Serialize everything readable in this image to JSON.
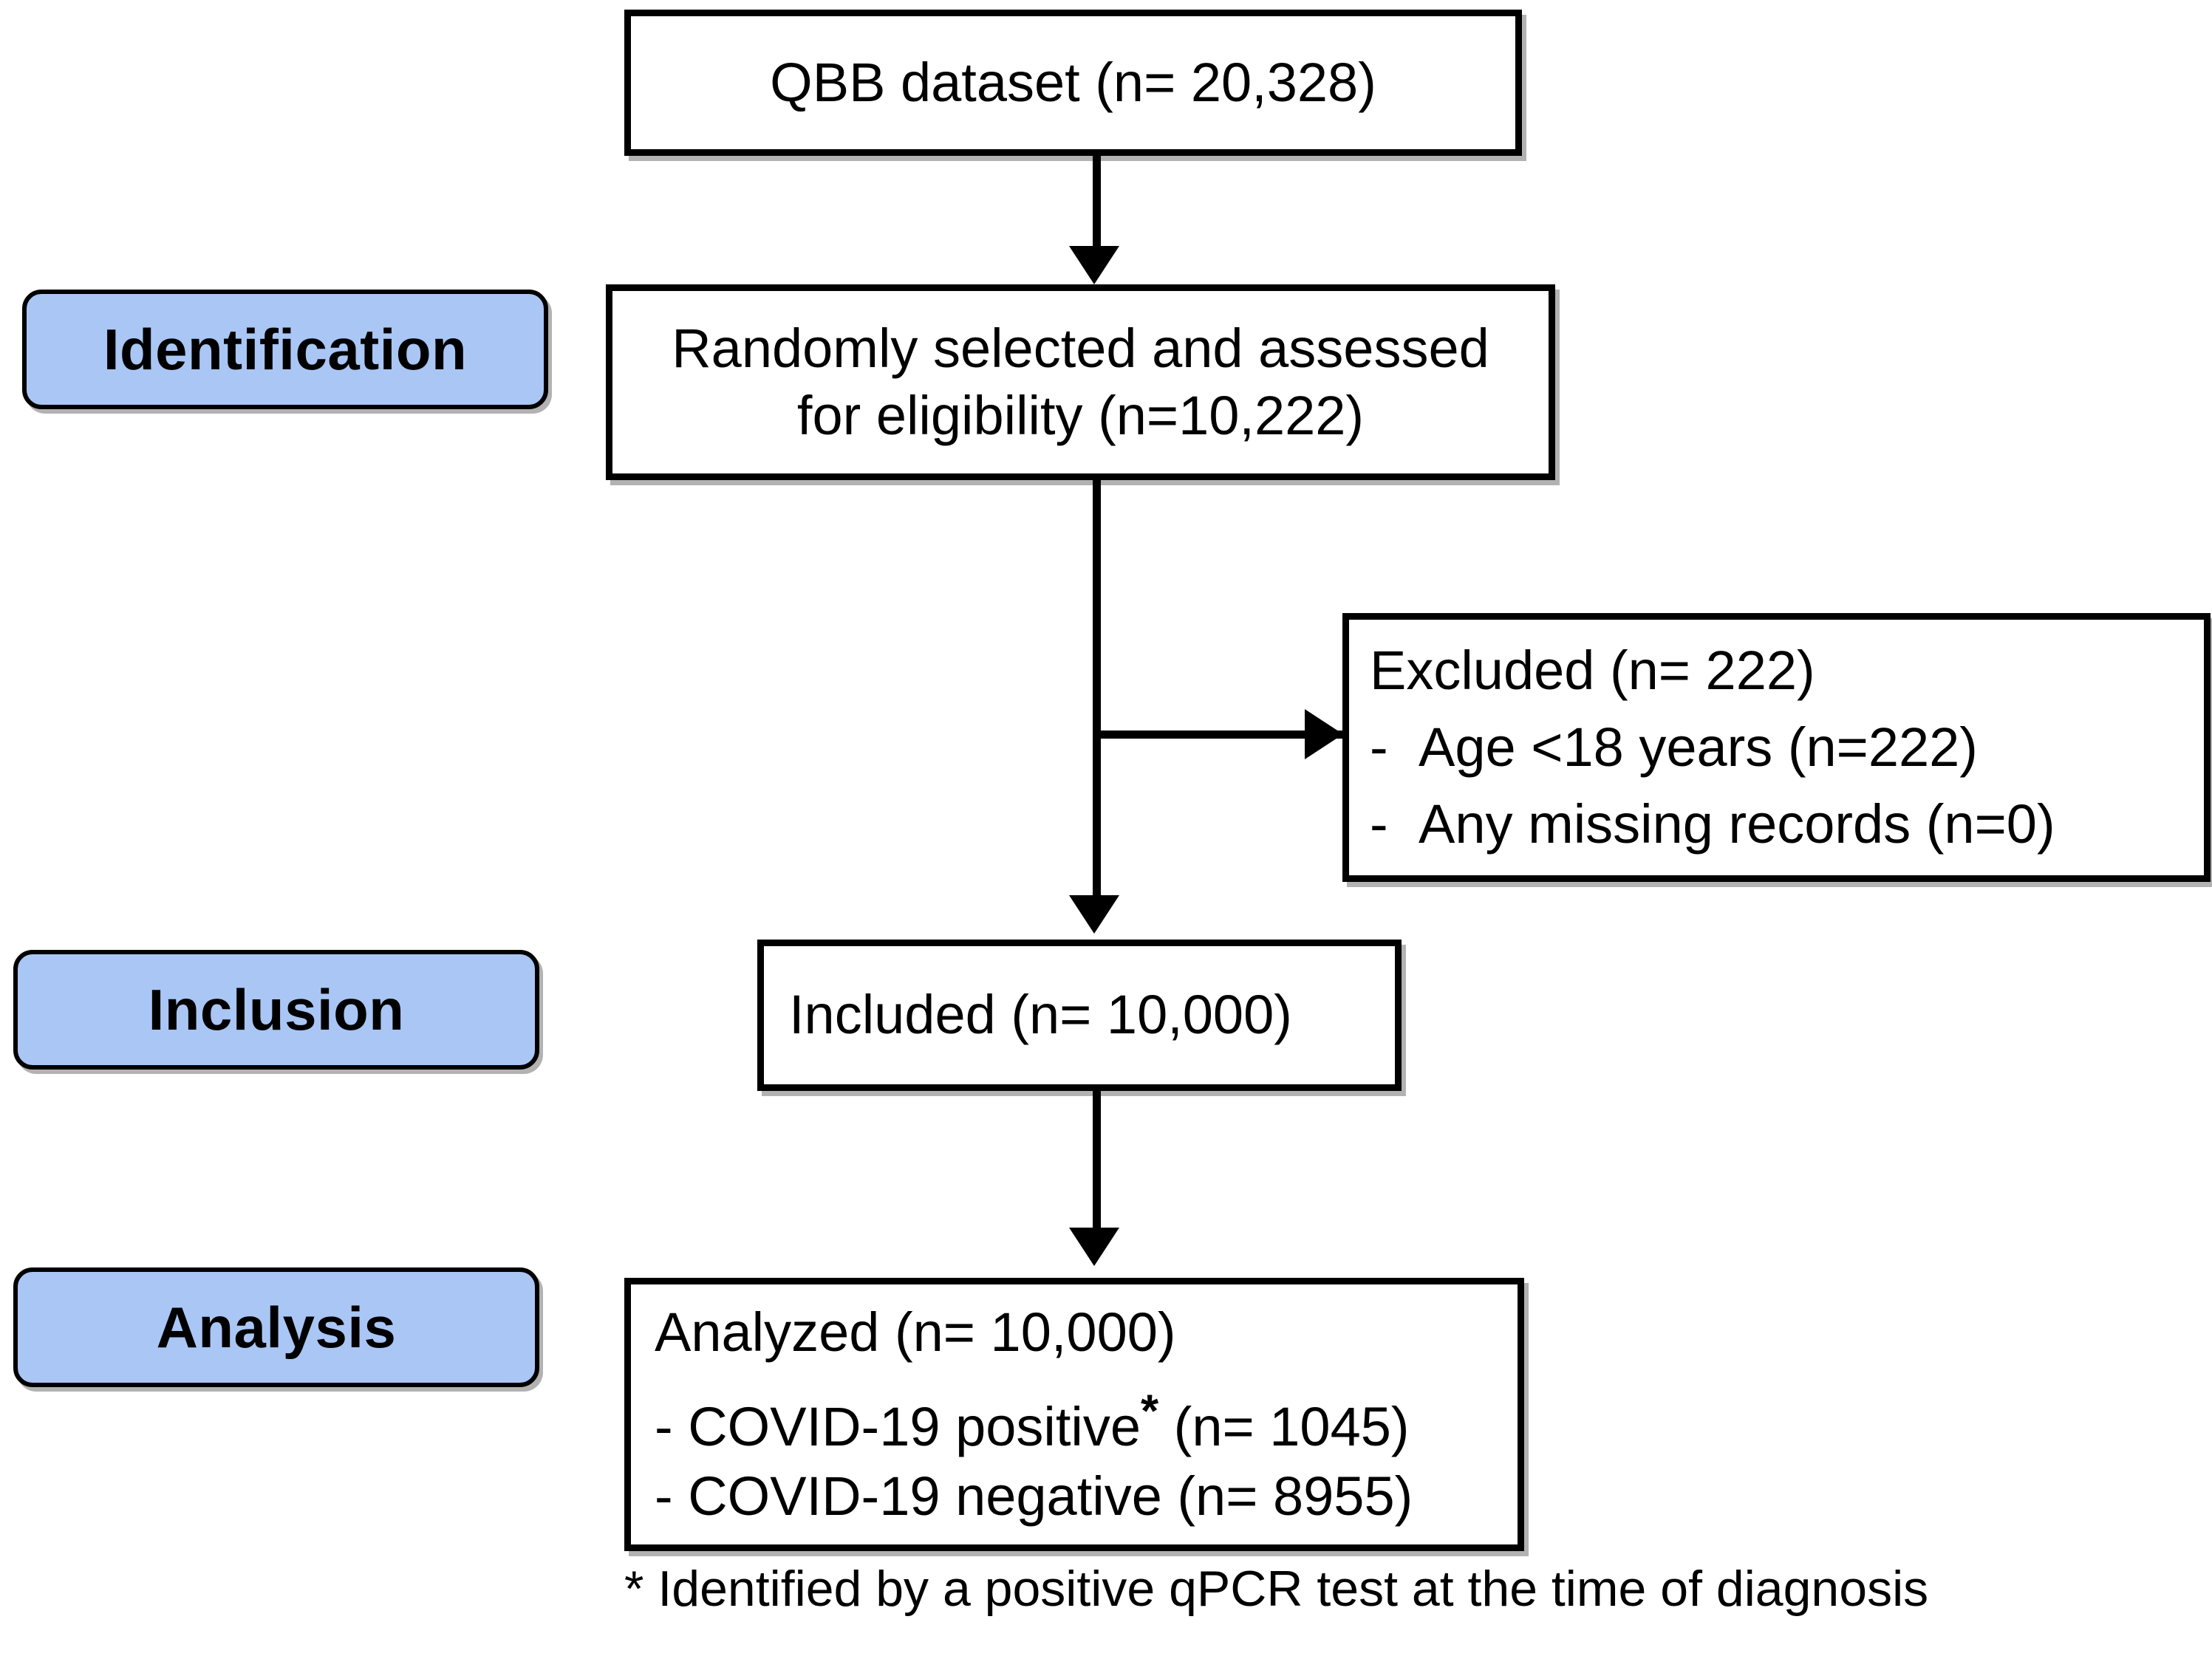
{
  "diagram": {
    "title": "Study participant selection flow diagram",
    "accent_blue": "#A9C6F5",
    "line_color": "#000000",
    "background": "#FFFFFF"
  },
  "stages": [
    {
      "id": "identification",
      "label": "Identification"
    },
    {
      "id": "inclusion",
      "label": "Inclusion"
    },
    {
      "id": "analysis",
      "label": "Analysis"
    }
  ],
  "boxes": {
    "dataset": {
      "line1": "QBB dataset (n= 20,328)"
    },
    "eligibility": {
      "line1": "Randomly  selected and assessed",
      "line2": "for eligibility  (n=10,222)"
    },
    "excluded": {
      "heading": "Excluded  (n= 222)",
      "bullet_marker": "-",
      "bullet1": "Age <18 years (n=222)",
      "bullet2": "Any missing records (n=0)"
    },
    "included": {
      "line1": "Included  (n= 10,000)"
    },
    "analysis": {
      "line1": "Analyzed  (n= 10,000)",
      "line2_prefix": "- COVID-19 positive",
      "line2_star": "*",
      "line2_suffix": "  (n= 1045)",
      "line3": "- COVID-19 negative  (n= 8955)"
    }
  },
  "footnote": {
    "text": "* Identified by a positive qPCR test at the time of diagnosis"
  },
  "connectors": [
    {
      "id": "dataset-to-eligibility",
      "type": "arrow-down"
    },
    {
      "id": "eligibility-to-included",
      "type": "arrow-down"
    },
    {
      "id": "eligibility-to-excluded",
      "type": "arrow-right"
    },
    {
      "id": "included-to-analysis",
      "type": "arrow-down"
    }
  ]
}
